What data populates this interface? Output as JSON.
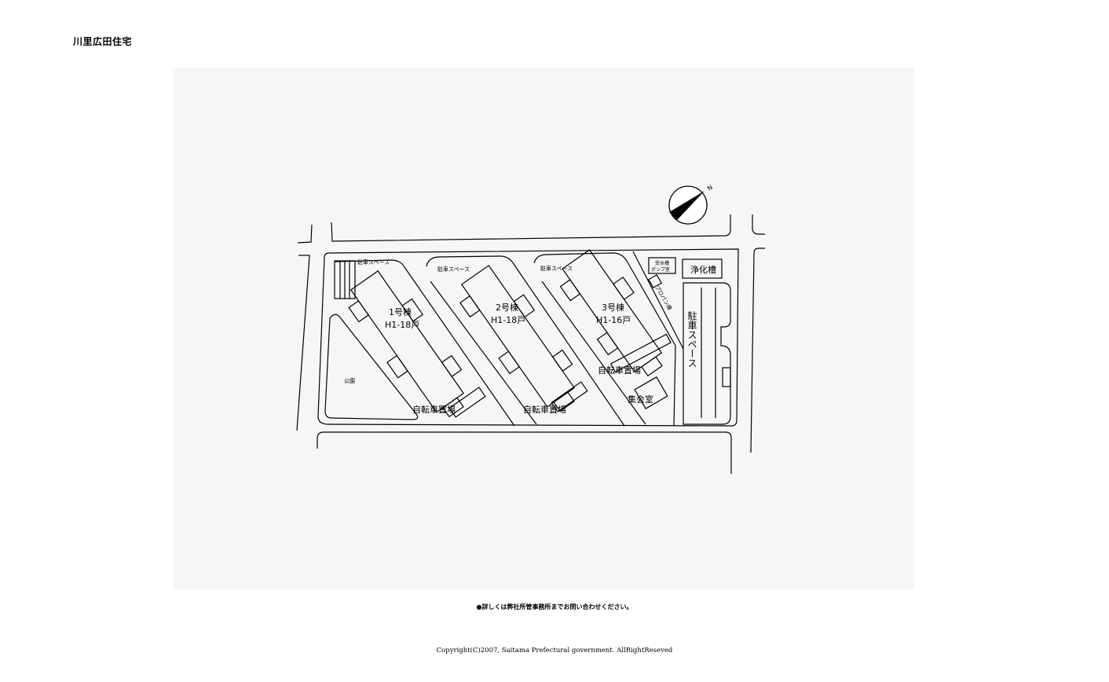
{
  "page": {
    "title": "川里広田住宅",
    "note": "●詳しくは弊社所管事務所までお問い合わせください。",
    "copyright": "Copyright(C)2007,  Saitama Prefectural government.   AllRightReseved"
  },
  "map": {
    "north_symbol": "N",
    "labels": {
      "parking_1": "駐車スペース",
      "parking_2": "駐車スペース",
      "parking_3": "駐車スペース",
      "building_1_name": "1号棟",
      "building_1_units": "H1-18戸",
      "building_2_name": "2号棟",
      "building_2_units": "H1-18戸",
      "building_3_name": "3号棟",
      "building_3_units": "H1-16戸",
      "pump_room_line1": "受水槽",
      "pump_room_line2": "ポンプ室",
      "septic_tank": "浄化槽",
      "propane": "プロパン庫",
      "parking_vertical": "駐車スペース",
      "park": "公園",
      "bicycle_1": "自転車置場",
      "bicycle_2": "自転車置場",
      "bicycle_3": "自転車置場",
      "meeting_hall": "集会室"
    }
  }
}
